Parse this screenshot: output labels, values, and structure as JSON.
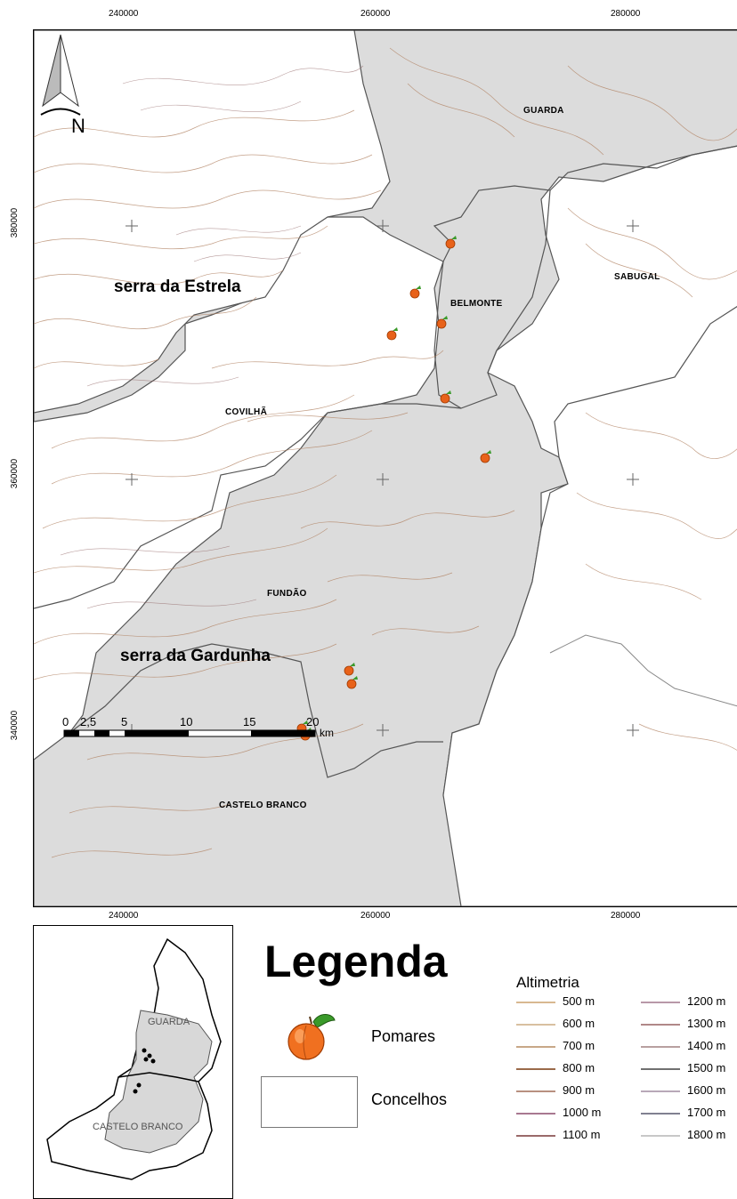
{
  "grid": {
    "x_labels": [
      "240000",
      "260000",
      "280000"
    ],
    "y_labels": [
      "380000",
      "360000",
      "340000"
    ],
    "bottom_x_labels": [
      "240000",
      "260000",
      "280000"
    ]
  },
  "map": {
    "north_letter": "N",
    "municipalities": [
      {
        "name": "GUARDA"
      },
      {
        "name": "SABUGAL"
      },
      {
        "name": "BELMONTE"
      },
      {
        "name": "COVILHÃ"
      },
      {
        "name": "FUNDÃO"
      },
      {
        "name": "CASTELO BRANCO"
      }
    ],
    "serras": [
      "serra da Estrela",
      "serra da Gardunha"
    ],
    "scale": {
      "ticks": [
        "0",
        "2,5",
        "5",
        "10",
        "15",
        "20"
      ],
      "unit": "km"
    },
    "colors": {
      "municipality_fill": "#dcdcdc",
      "contour": "#b08060",
      "boundary": "#555555",
      "fruit": "#e8621a",
      "leaf": "#3a9a2a"
    }
  },
  "inset": {
    "labels": [
      "GUARDA",
      "CASTELO BRANCO"
    ]
  },
  "legend": {
    "title": "Legenda",
    "pomares_label": "Pomares",
    "concelhos_label": "Concelhos",
    "altimetria_title": "Altimetria",
    "altimetria_col1": [
      "500 m",
      "600 m",
      "700 m",
      "800 m",
      "900 m",
      "1000 m",
      "1100 m"
    ],
    "altimetria_col2": [
      "1200 m",
      "1300 m",
      "1400 m",
      "1500 m",
      "1600 m",
      "1700 m",
      "1800 m"
    ],
    "col1_colors": [
      "#d8b890",
      "#d8c0a0",
      "#c8a888",
      "#9a6a4a",
      "#b89080",
      "#a87890",
      "#9a6a6a"
    ],
    "col2_colors": [
      "#b898a8",
      "#b08888",
      "#b8a0a0",
      "#707070",
      "#b8a8b8",
      "#808090",
      "#c8c8c8"
    ]
  }
}
